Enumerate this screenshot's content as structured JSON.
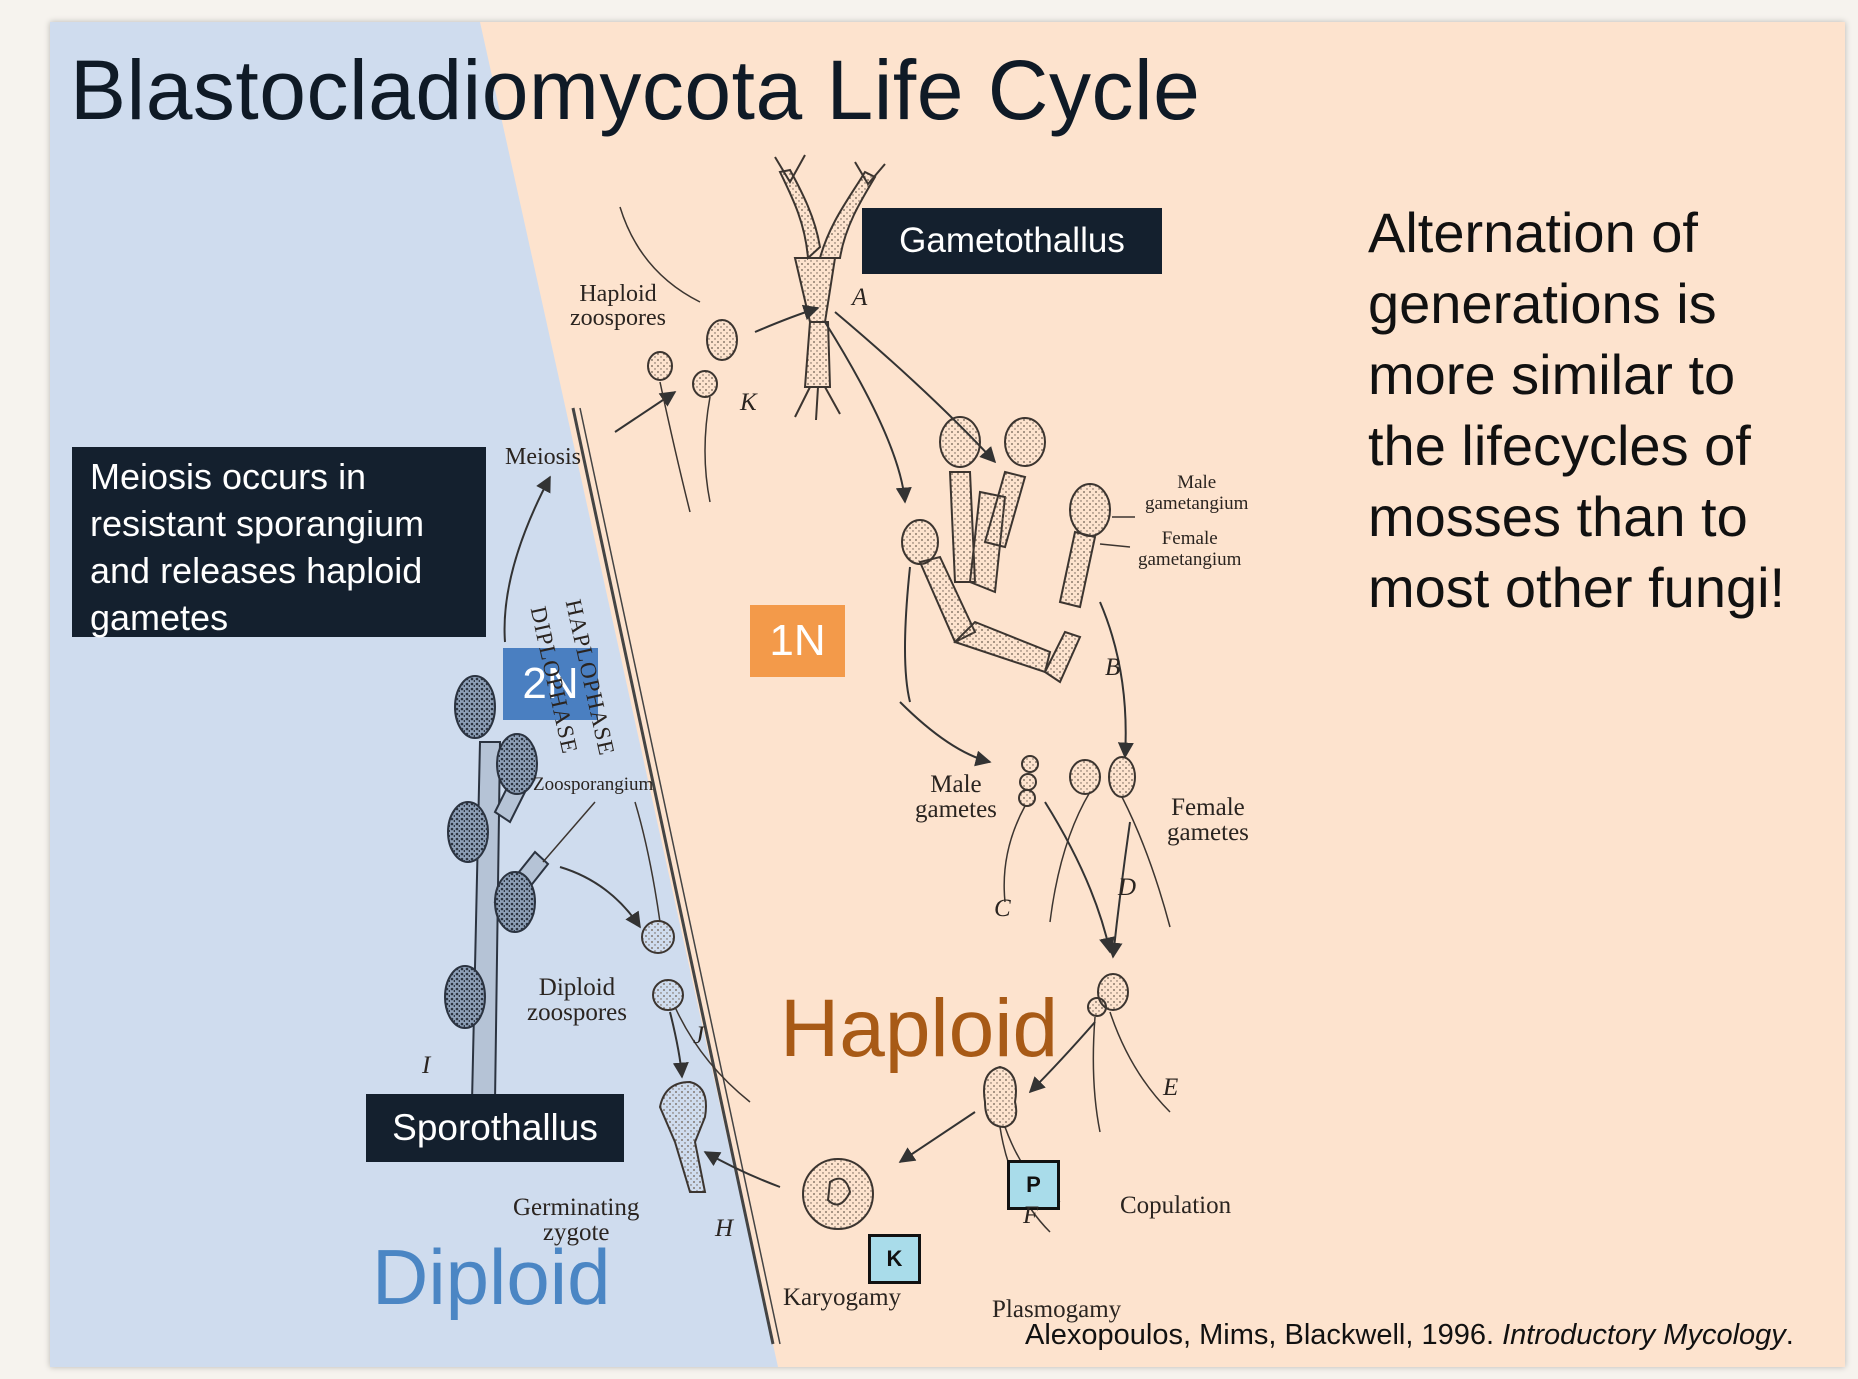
{
  "title": "Blastocladiomycota Life Cycle",
  "note": "Alternation of generations is more similar to the lifecycles of mosses than to most other fungi!",
  "callouts": {
    "gametothallus": "Gametothallus",
    "meiosis_box": "Meiosis occurs in resistant sporangium and releases haploid gametes",
    "sporothallus": "Sporothallus"
  },
  "ploidy_badges": {
    "two_n": "2N",
    "one_n": "1N"
  },
  "phase_labels": {
    "haploid": "Haploid",
    "diploid": "Diploid"
  },
  "phase_line_labels": {
    "haplophase": "HAPLOPHASE",
    "diplophase": "DIPLOPHASE"
  },
  "stage_markers": {
    "p": "P",
    "k": "K"
  },
  "figure_labels": {
    "haploid_zoospores_1": "Haploid",
    "haploid_zoospores_2": "zoospores",
    "meiosis": "Meiosis",
    "male_gametangium_1": "Male",
    "male_gametangium_2": "gametangium",
    "female_gametangium_1": "Female",
    "female_gametangium_2": "gametangium",
    "male_gametes_1": "Male",
    "male_gametes_2": "gametes",
    "female_gametes_1": "Female",
    "female_gametes_2": "gametes",
    "zoosporangium": "Zoosporangium",
    "diploid_zoospores_1": "Diploid",
    "diploid_zoospores_2": "zoospores",
    "germinating_zygote_1": "Germinating",
    "germinating_zygote_2": "zygote",
    "karyogamy": "Karyogamy",
    "plasmogamy": "Plasmogamy",
    "copulation": "Copulation"
  },
  "letters": {
    "a": "A",
    "b": "B",
    "c": "C",
    "d": "D",
    "e": "E",
    "f": "F",
    "h": "H",
    "i": "I",
    "j": "J",
    "k": "K"
  },
  "citation": {
    "authors": "Alexopoulos, Mims, Blackwell, 1996.",
    "book": "Introductory Mycology",
    "end": "."
  },
  "colors": {
    "haploid_bg": "#fde3ce",
    "diploid_bg": "#cfdcee",
    "badge_2n": "#4a7fc1",
    "badge_1n": "#f39a4a",
    "marker_fill": "#a9dcea",
    "callout_bg": "#14202e",
    "haploid_text": "#a85a16",
    "diploid_text": "#4b86c4"
  }
}
